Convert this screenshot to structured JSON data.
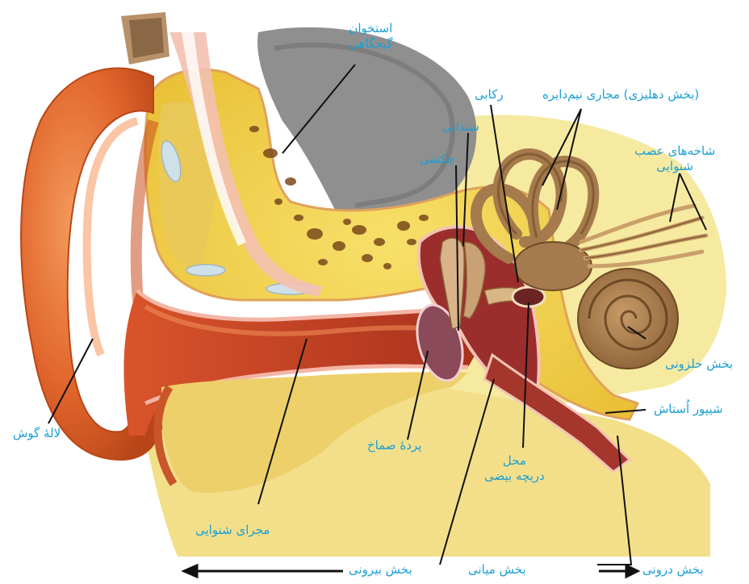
{
  "labels": {
    "temporal_bone": [
      "استخوان",
      "گیجگاهی"
    ],
    "stapes": "رکابی",
    "semicircular_canals": "(بخش دهلیزی) مجاری نیم‌دایره",
    "incus": "سندانی",
    "malleus": "چکشی",
    "auditory_nerve": [
      "شاخه‌های عصب",
      "شنوایی"
    ],
    "cochlea": "بخش حلزونی",
    "eustachian_tube": "شیپور اُستاش",
    "pinna": "لالهٔ گوش",
    "eardrum": "پردهٔ صماخ",
    "oval_window": [
      "محل",
      "دریچه بیضی"
    ],
    "ear_canal": "مجرای شنوایی"
  },
  "sections": {
    "outer": "بخش بیرونی",
    "middle": "بخش میانی",
    "inner": "بخش درونی"
  },
  "colors": {
    "label": "#1a9fd6",
    "skin": "#e8713a",
    "bone": "#f2d24a",
    "inner_ear": "#a57a4c",
    "cavity": "#9b2d2d"
  }
}
